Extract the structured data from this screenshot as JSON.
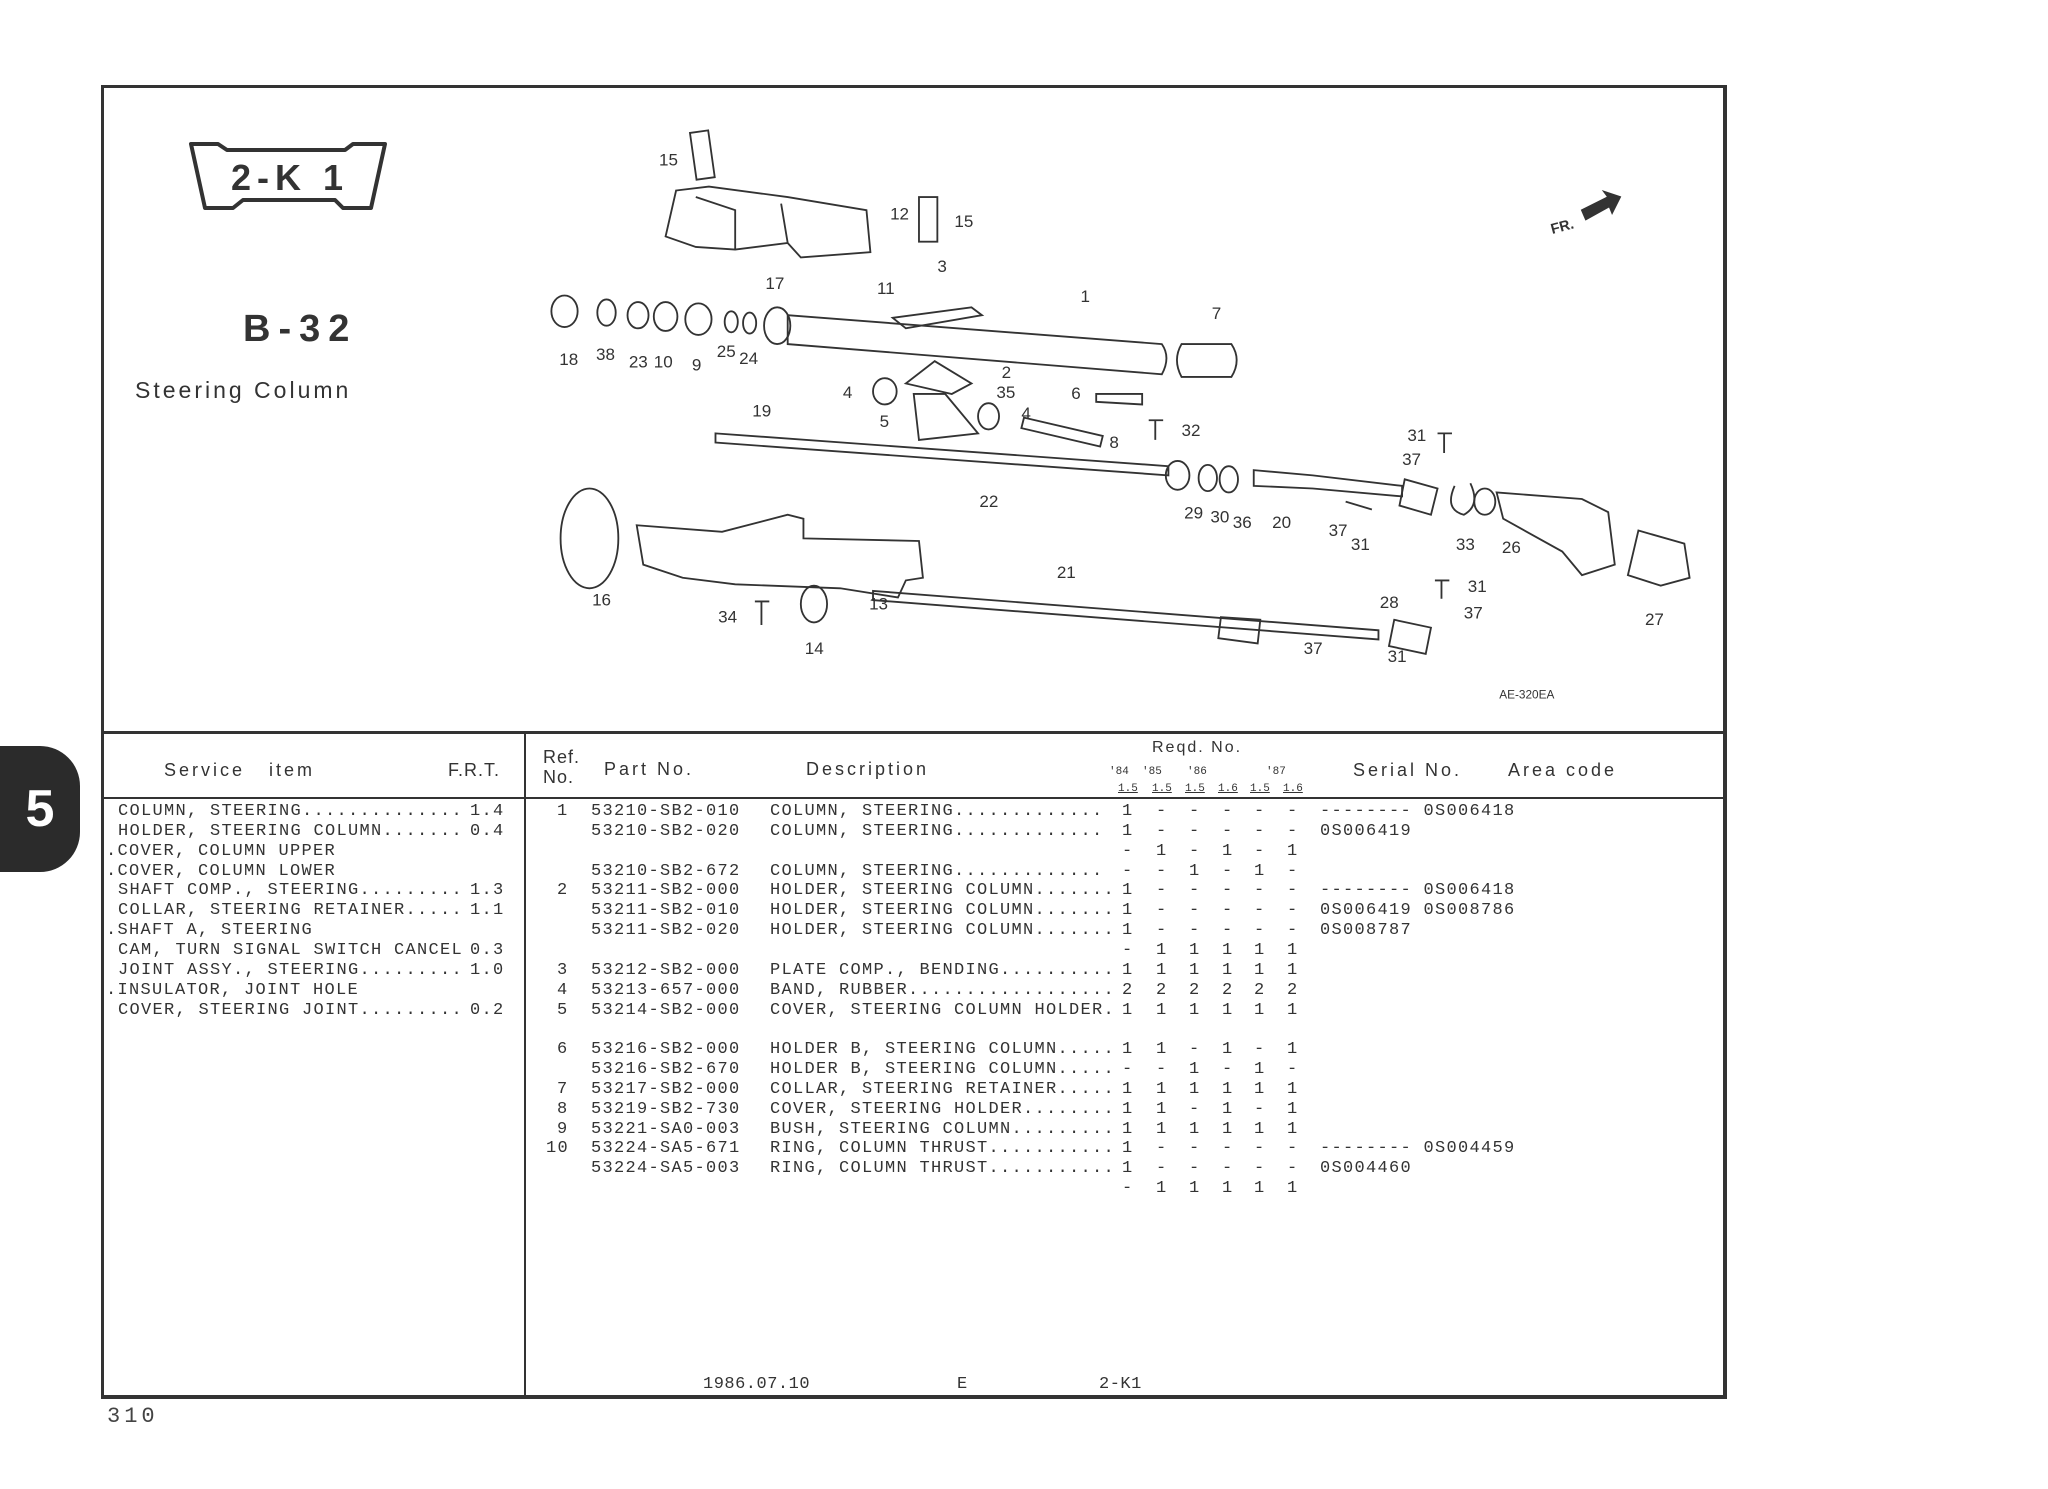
{
  "header": {
    "group_code": "2-K 1",
    "block_code": "B-32",
    "title": "Steering Column"
  },
  "section_tab": "5",
  "diagram": {
    "direction_label": "FR.",
    "drawing_code": "AE-320EA",
    "callouts": [
      "15",
      "12",
      "15",
      "3",
      "17",
      "11",
      "1",
      "7",
      "18",
      "38",
      "23",
      "10",
      "9",
      "25",
      "24",
      "2",
      "4",
      "35",
      "6",
      "19",
      "5",
      "4",
      "8",
      "32",
      "31",
      "37",
      "22",
      "29",
      "30",
      "36",
      "20",
      "37",
      "31",
      "33",
      "26",
      "16",
      "21",
      "13",
      "31",
      "28",
      "37",
      "27",
      "34",
      "14",
      "37",
      "31"
    ]
  },
  "service_table": {
    "headers": {
      "item": "Service   item",
      "frt": "F.R.T."
    },
    "rows": [
      {
        "item": "COLUMN, STEERING..............",
        "frt": "1.4"
      },
      {
        "item": "HOLDER, STEERING COLUMN.......",
        "frt": "0.4"
      },
      {
        "item": ".COVER, COLUMN UPPER",
        "frt": ""
      },
      {
        "item": ".COVER, COLUMN LOWER",
        "frt": ""
      },
      {
        "item": "SHAFT COMP., STEERING.........",
        "frt": "1.3"
      },
      {
        "item": "COLLAR, STEERING RETAINER.....",
        "frt": "1.1"
      },
      {
        "item": ".SHAFT A, STEERING",
        "frt": ""
      },
      {
        "item": "CAM, TURN SIGNAL SWITCH CANCEL",
        "frt": "0.3"
      },
      {
        "item": "JOINT ASSY., STEERING.........",
        "frt": "1.0"
      },
      {
        "item": ".INSULATOR, JOINT HOLE",
        "frt": ""
      },
      {
        "item": "COVER, STEERING JOINT.........",
        "frt": "0.2"
      }
    ]
  },
  "parts_table": {
    "headers": {
      "ref": "Ref.",
      "ref2": "No.",
      "part_no": "Part No.",
      "description": "Description",
      "reqd": "Reqd. No.",
      "years": [
        "'84",
        "'85",
        "'86",
        "'87"
      ],
      "variants": [
        "1.5",
        "1.5",
        "1.5",
        "1.6",
        "1.5",
        "1.6"
      ],
      "serial": "Serial No.",
      "area": "Area code"
    },
    "rows": [
      {
        "ref": "1",
        "part": "53210-SB2-010",
        "desc": "COLUMN, STEERING.............",
        "qty": [
          "1",
          "-",
          "-",
          "-",
          "-",
          "-"
        ],
        "serial": "-------- 0S006418"
      },
      {
        "ref": "",
        "part": "53210-SB2-020",
        "desc": "COLUMN, STEERING.............",
        "qty": [
          "1",
          "-",
          "-",
          "-",
          "-",
          "-"
        ],
        "serial": "0S006419"
      },
      {
        "ref": "",
        "part": "",
        "desc": "",
        "qty": [
          "-",
          "1",
          "-",
          "1",
          "-",
          "1"
        ],
        "serial": ""
      },
      {
        "ref": "",
        "part": "53210-SB2-672",
        "desc": "COLUMN, STEERING.............",
        "qty": [
          "-",
          "-",
          "1",
          "-",
          "1",
          "-"
        ],
        "serial": ""
      },
      {
        "ref": "2",
        "part": "53211-SB2-000",
        "desc": "HOLDER, STEERING COLUMN.......",
        "qty": [
          "1",
          "-",
          "-",
          "-",
          "-",
          "-"
        ],
        "serial": "-------- 0S006418"
      },
      {
        "ref": "",
        "part": "53211-SB2-010",
        "desc": "HOLDER, STEERING COLUMN.......",
        "qty": [
          "1",
          "-",
          "-",
          "-",
          "-",
          "-"
        ],
        "serial": "0S006419 0S008786"
      },
      {
        "ref": "",
        "part": "53211-SB2-020",
        "desc": "HOLDER, STEERING COLUMN.......",
        "qty": [
          "1",
          "-",
          "-",
          "-",
          "-",
          "-"
        ],
        "serial": "0S008787"
      },
      {
        "ref": "",
        "part": "",
        "desc": "",
        "qty": [
          "-",
          "1",
          "1",
          "1",
          "1",
          "1"
        ],
        "serial": ""
      },
      {
        "ref": "3",
        "part": "53212-SB2-000",
        "desc": "PLATE COMP., BENDING..........",
        "qty": [
          "1",
          "1",
          "1",
          "1",
          "1",
          "1"
        ],
        "serial": ""
      },
      {
        "ref": "4",
        "part": "53213-657-000",
        "desc": "BAND, RUBBER..................",
        "qty": [
          "2",
          "2",
          "2",
          "2",
          "2",
          "2"
        ],
        "serial": ""
      },
      {
        "ref": "5",
        "part": "53214-SB2-000",
        "desc": "COVER, STEERING COLUMN HOLDER.",
        "qty": [
          "1",
          "1",
          "1",
          "1",
          "1",
          "1"
        ],
        "serial": ""
      },
      null,
      {
        "ref": "6",
        "part": "53216-SB2-000",
        "desc": "HOLDER B, STEERING COLUMN.....",
        "qty": [
          "1",
          "1",
          "-",
          "1",
          "-",
          "1"
        ],
        "serial": ""
      },
      {
        "ref": "",
        "part": "53216-SB2-670",
        "desc": "HOLDER B, STEERING COLUMN.....",
        "qty": [
          "-",
          "-",
          "1",
          "-",
          "1",
          "-"
        ],
        "serial": ""
      },
      {
        "ref": "7",
        "part": "53217-SB2-000",
        "desc": "COLLAR, STEERING RETAINER.....",
        "qty": [
          "1",
          "1",
          "1",
          "1",
          "1",
          "1"
        ],
        "serial": ""
      },
      {
        "ref": "8",
        "part": "53219-SB2-730",
        "desc": "COVER, STEERING HOLDER........",
        "qty": [
          "1",
          "1",
          "-",
          "1",
          "-",
          "1"
        ],
        "serial": ""
      },
      {
        "ref": "9",
        "part": "53221-SA0-003",
        "desc": "BUSH, STEERING COLUMN.........",
        "qty": [
          "1",
          "1",
          "1",
          "1",
          "1",
          "1"
        ],
        "serial": ""
      },
      {
        "ref": "10",
        "part": "53224-SA5-671",
        "desc": "RING, COLUMN THRUST...........",
        "qty": [
          "1",
          "-",
          "-",
          "-",
          "-",
          "-"
        ],
        "serial": "-------- 0S004459"
      },
      {
        "ref": "",
        "part": "53224-SA5-003",
        "desc": "RING, COLUMN THRUST...........",
        "qty": [
          "1",
          "-",
          "-",
          "-",
          "-",
          "-"
        ],
        "serial": "0S004460"
      },
      {
        "ref": "",
        "part": "",
        "desc": "",
        "qty": [
          "-",
          "1",
          "1",
          "1",
          "1",
          "1"
        ],
        "serial": ""
      }
    ]
  },
  "footer": {
    "date": "1986.07.10",
    "edition": "E",
    "code": "2-K1",
    "page_number": "310"
  }
}
